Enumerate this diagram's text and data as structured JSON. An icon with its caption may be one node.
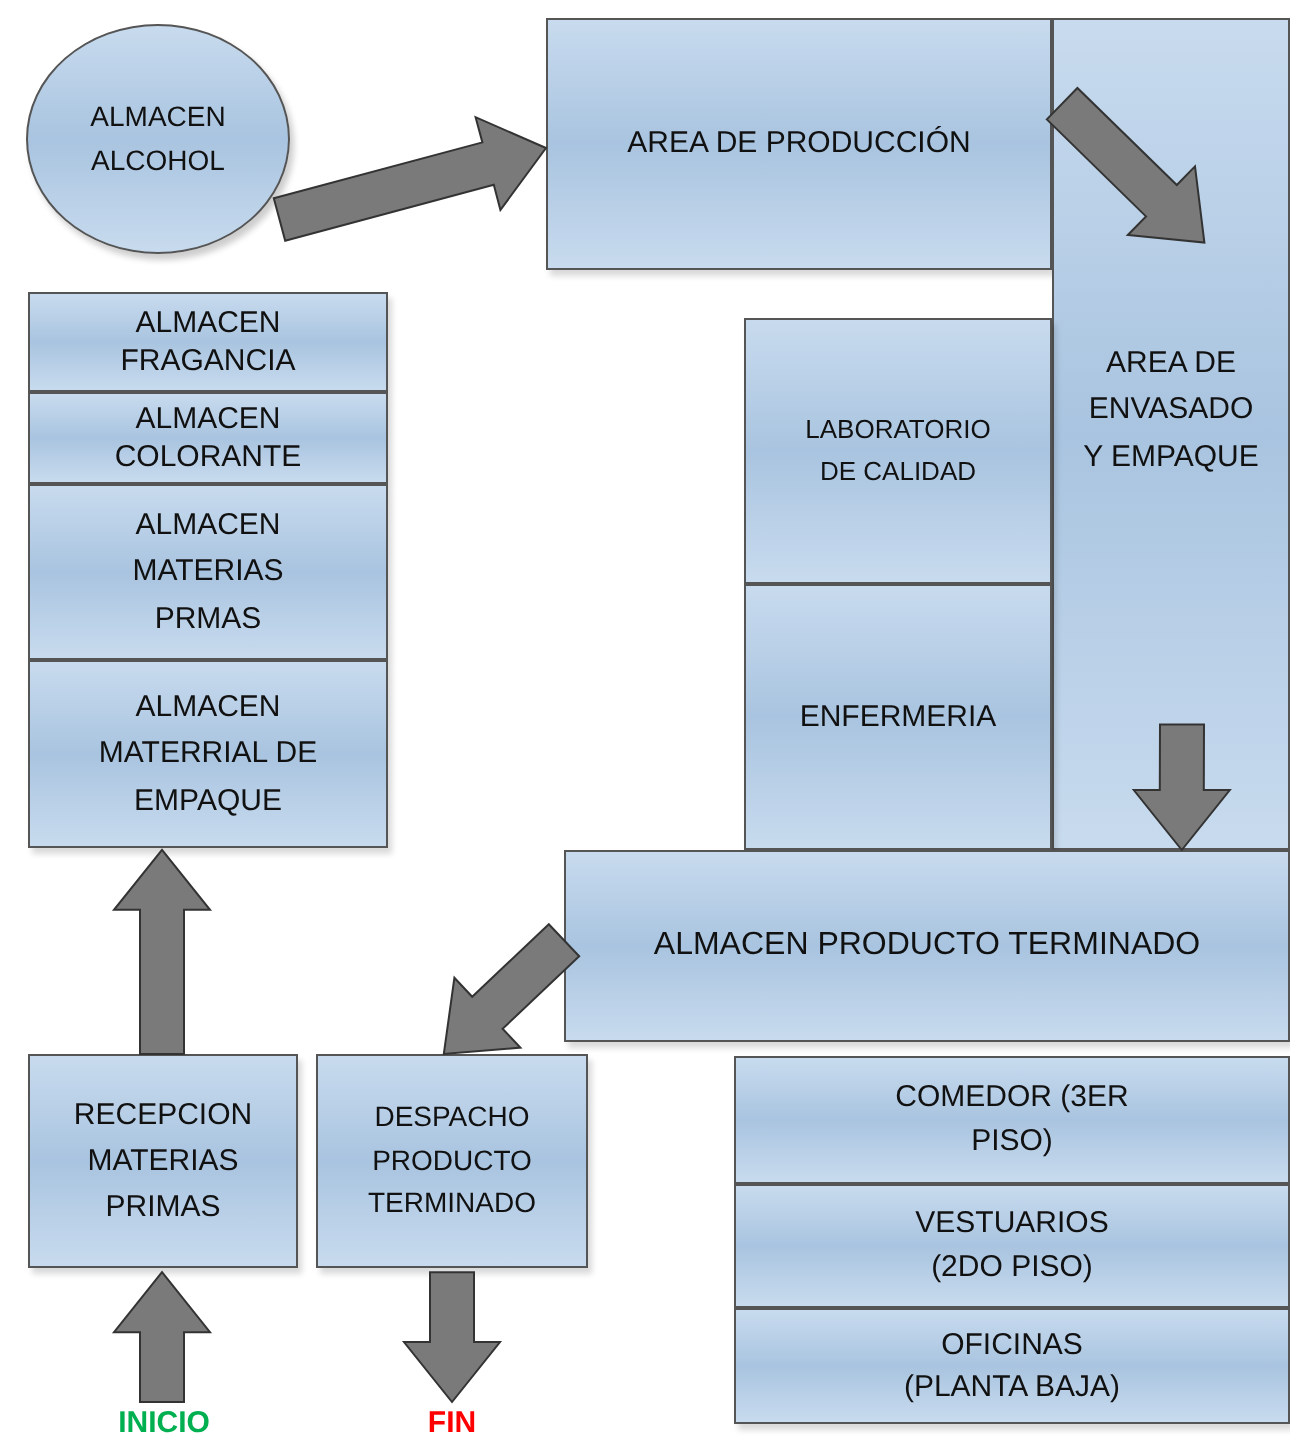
{
  "diagram": {
    "nodes": [
      {
        "text": [
          "ALMACEN ALCOHOL"
        ]
      },
      {
        "text": [
          "ALMACEN FRAGANCIA"
        ]
      },
      {
        "text": [
          "ALMACEN COLORANTE"
        ]
      },
      {
        "text": [
          "ALMACEN MATERIAS PRMAS"
        ]
      },
      {
        "text": [
          "ALMACEN MATERRIAL DE EMPAQUE"
        ]
      },
      {
        "text": [
          "AREA DE PRODUCCIÓN"
        ]
      },
      {
        "text": [
          "AREA DE ENVASADO Y EMPAQUE"
        ]
      },
      {
        "text": [
          "LABORATORIO DE CALIDAD"
        ]
      },
      {
        "text": [
          "ENFERMERIA"
        ]
      },
      {
        "text": [
          "ALMACEN PRODUCTO TERMINADO"
        ]
      },
      {
        "text": [
          "RECEPCION MATERIAS PRIMAS"
        ]
      },
      {
        "text": [
          "DESPACHO PRODUCTO TERMINADO"
        ]
      },
      {
        "text": [
          "COMEDOR (3ER PISO)"
        ]
      },
      {
        "text": [
          "VESTUARIOS (2DO PISO)"
        ]
      },
      {
        "text": [
          "OFICINAS (PLANTA BAJA)"
        ]
      },
      {
        "text": [
          "INICIO"
        ]
      },
      {
        "text": [
          "FIN"
        ]
      }
    ],
    "edges": [
      {
        "from": 15,
        "to": 10,
        "arrow": "to"
      },
      {
        "from": 10,
        "to": 4,
        "arrow": "to"
      },
      {
        "from": 0,
        "to": 5,
        "arrow": "to"
      },
      {
        "from": 5,
        "to": 6,
        "arrow": "to"
      },
      {
        "from": 6,
        "to": 9,
        "arrow": "to"
      },
      {
        "from": 9,
        "to": 11,
        "arrow": "to"
      },
      {
        "from": 11,
        "to": 16,
        "arrow": "to"
      }
    ]
  }
}
